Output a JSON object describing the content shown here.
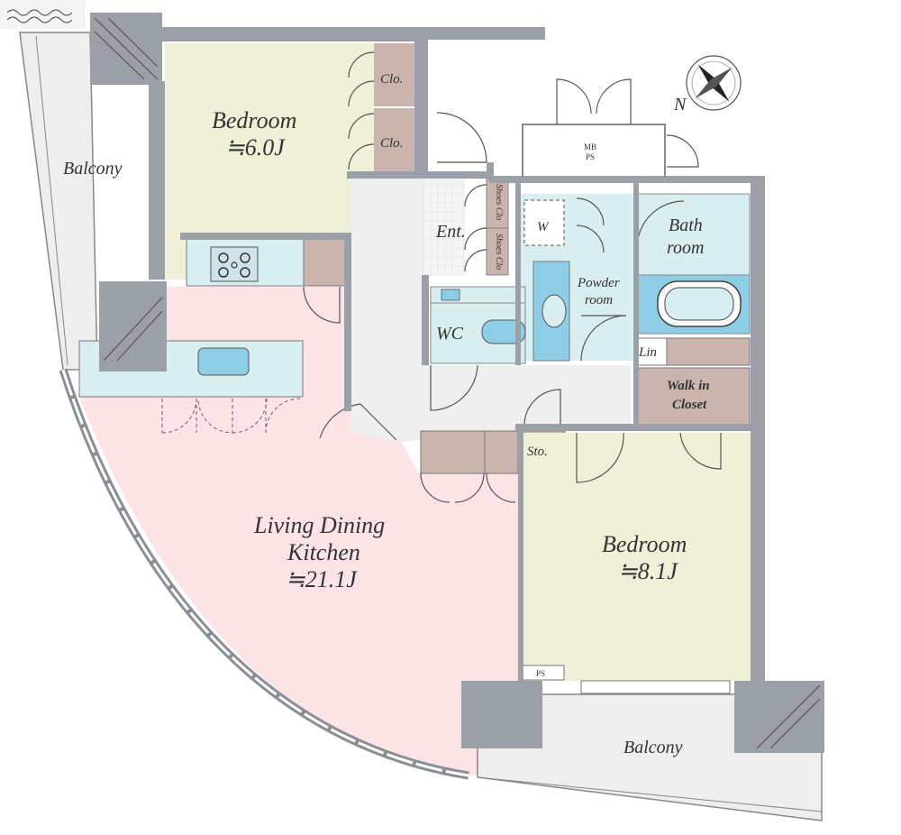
{
  "rooms": {
    "balcony_west": "Balcony",
    "bedroom_1": {
      "name": "Bedroom",
      "size": "≒6.0J"
    },
    "closet_1": "Clo.",
    "closet_2": "Clo.",
    "entrance": "Ent.",
    "shoes_1": "Shoes Clo",
    "shoes_2": "Shoes Clo",
    "washer": "W",
    "bath": {
      "line1": "Bath",
      "line2": "room"
    },
    "powder": {
      "line1": "Powder",
      "line2": "room"
    },
    "wc": "WC",
    "linen": "Lin",
    "walk_in": {
      "line1": "Walk in",
      "line2": "Closet"
    },
    "storage": "Sto.",
    "mbps": {
      "line1": "MB",
      "line2": "PS"
    },
    "ps": "PS",
    "ldk": {
      "line1": "Living Dining",
      "line2": "Kitchen",
      "size": "≒21.1J"
    },
    "bedroom_2": {
      "name": "Bedroom",
      "size": "≒8.1J"
    },
    "balcony_south": "Balcony"
  },
  "compass": {
    "label": "N"
  },
  "colors": {
    "ldk": "#fbe3e6",
    "bedroom": "#f0f0d8",
    "wet": "#d8eef0",
    "closet": "#c9b5ad",
    "corridor": "#efefef",
    "balcony": "#eeeeee",
    "wall": "#9aa0a6",
    "tub": "#8ecde6"
  }
}
